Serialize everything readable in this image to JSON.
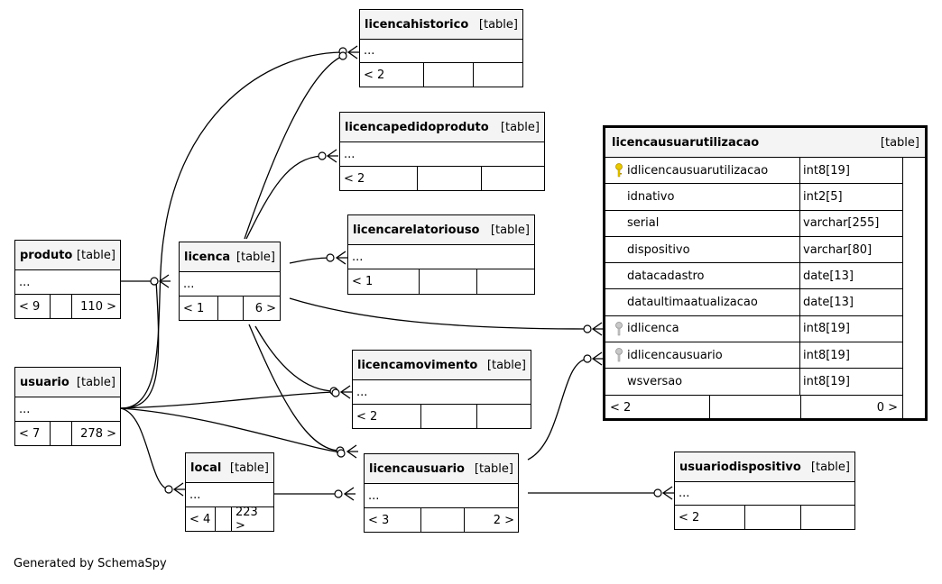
{
  "diagram": {
    "footer_text": "Generated by SchemaSpy",
    "table_type": "[table]",
    "tables": {
      "licencahistorico": {
        "name": "licencahistorico",
        "columns": "...",
        "parents": "< 2",
        "mid": "",
        "children": ""
      },
      "licencapedidoproduto": {
        "name": "licencapedidoproduto",
        "columns": "...",
        "parents": "< 2",
        "mid": "",
        "children": ""
      },
      "licencarelatoriouso": {
        "name": "licencarelatoriouso",
        "columns": "...",
        "parents": "< 1",
        "mid": "",
        "children": ""
      },
      "produto": {
        "name": "produto",
        "columns": "...",
        "parents": "< 9",
        "mid": "",
        "children": "110 >"
      },
      "licenca": {
        "name": "licenca",
        "columns": "...",
        "parents": "< 1",
        "mid": "",
        "children": "6 >"
      },
      "usuario": {
        "name": "usuario",
        "columns": "...",
        "parents": "< 7",
        "mid": "",
        "children": "278 >"
      },
      "licencamovimento": {
        "name": "licencamovimento",
        "columns": "...",
        "parents": "< 2",
        "mid": "",
        "children": ""
      },
      "local": {
        "name": "local",
        "columns": "...",
        "parents": "< 4",
        "mid": "",
        "children": "223 >"
      },
      "licencausuario": {
        "name": "licencausuario",
        "columns": "...",
        "parents": "< 3",
        "mid": "",
        "children": "2 >"
      },
      "usuariodispositivo": {
        "name": "usuariodispositivo",
        "columns": "...",
        "parents": "< 2",
        "mid": "",
        "children": ""
      }
    },
    "focus_table": {
      "name": "licencausuarutilizacao",
      "type": "[table]",
      "columns": [
        {
          "name": "idlicencausuarutilizacao",
          "type": "int8[19]",
          "key": "primary"
        },
        {
          "name": "idnativo",
          "type": "int2[5]",
          "key": "none"
        },
        {
          "name": "serial",
          "type": "varchar[255]",
          "key": "none"
        },
        {
          "name": "dispositivo",
          "type": "varchar[80]",
          "key": "none"
        },
        {
          "name": "datacadastro",
          "type": "date[13]",
          "key": "none"
        },
        {
          "name": "dataultimaatualizacao",
          "type": "date[13]",
          "key": "none"
        },
        {
          "name": "idlicenca",
          "type": "int8[19]",
          "key": "foreign"
        },
        {
          "name": "idlicencausuario",
          "type": "int8[19]",
          "key": "foreign"
        },
        {
          "name": "wsversao",
          "type": "int8[19]",
          "key": "none"
        }
      ],
      "parents": "< 2",
      "children": "0 >"
    },
    "colors": {
      "line": "#000000",
      "header_bg": "#f4f4f4",
      "primary_key": "#e8c800",
      "foreign_key": "#a0a0a0"
    }
  }
}
